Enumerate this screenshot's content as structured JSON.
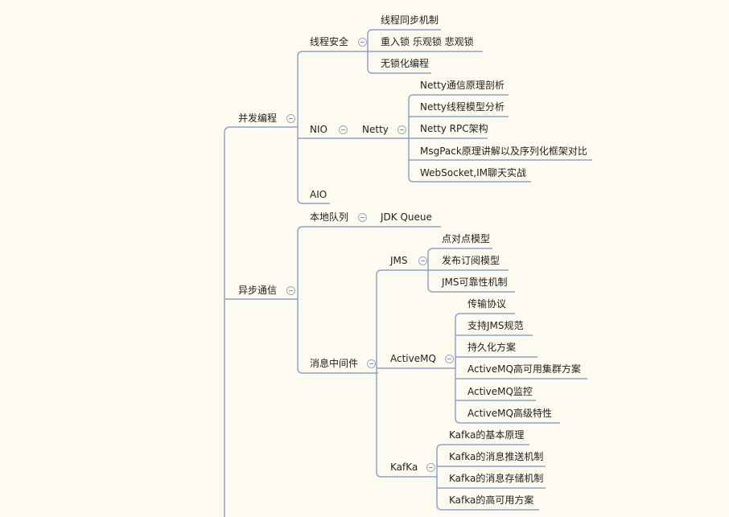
{
  "mindmap": {
    "concurrency": {
      "label": "并发编程",
      "thread_safety": {
        "label": "线程安全",
        "children": [
          "线程同步机制",
          "重入锁 乐观锁  悲观锁",
          "无锁化编程"
        ]
      },
      "nio": {
        "label": "NIO",
        "netty": {
          "label": "Netty",
          "children": [
            "Netty通信原理剖析",
            "Netty线程模型分析",
            "Netty RPC架构",
            "MsgPack原理讲解以及序列化框架对比",
            "WebSocket,IM聊天实战"
          ]
        }
      },
      "aio": {
        "label": "AIO"
      }
    },
    "async": {
      "label": "异步通信",
      "local_queue": {
        "label": "本地队列",
        "child": "JDK Queue"
      },
      "mq": {
        "label": "消息中间件",
        "jms": {
          "label": "JMS",
          "children": [
            "点对点模型",
            "发布订阅模型",
            "JMS可靠性机制"
          ]
        },
        "activemq": {
          "label": "ActiveMQ",
          "children": [
            "传输协议",
            "支持JMS规范",
            "持久化方案",
            "ActiveMQ高可用集群方案",
            "ActiveMQ监控",
            "ActiveMQ高级特性"
          ]
        },
        "kafka": {
          "label": "KafKa",
          "children": [
            "Kafka的基本原理",
            "Kafka的消息推送机制",
            "Kafka的消息存储机制",
            "Kafka的高可用方案"
          ]
        }
      }
    }
  }
}
